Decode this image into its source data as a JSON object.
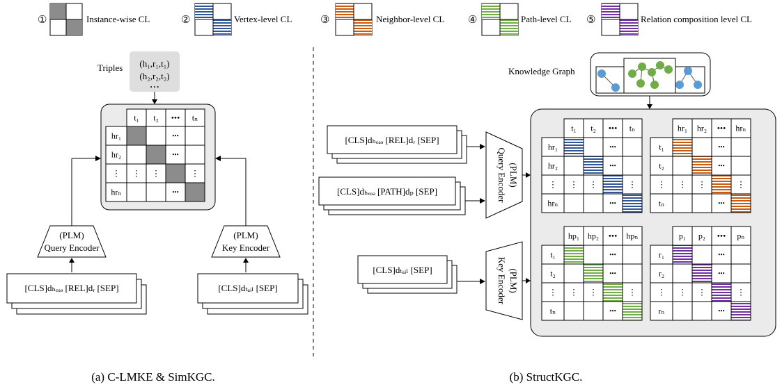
{
  "colors": {
    "instance": "#8c8c8c",
    "vertex": "#2f5597",
    "neighbor": "#c55a11",
    "path": "#70ad47",
    "relation": "#7030a0",
    "panel_bg": "#ebebeb",
    "triple_bg": "#dedede",
    "node_blue": "#5b9bd5",
    "node_green": "#70ad47"
  },
  "legend": [
    {
      "num": "①",
      "label": "Instance-wise  CL",
      "pattern": "instance"
    },
    {
      "num": "②",
      "label": "Vertex-level  CL",
      "pattern": "vertex"
    },
    {
      "num": "③",
      "label": "Neighbor-level CL",
      "pattern": "neighbor"
    },
    {
      "num": "④",
      "label": "Path-level CL",
      "pattern": "path"
    },
    {
      "num": "⑤",
      "label": "Relation composition level CL",
      "pattern": "relation"
    }
  ],
  "left": {
    "triples_label": "Triples",
    "triple1": "(h₁,r₁,t₁)",
    "triple2": "(h₂,r₂,t₂)",
    "triple_dots": "• • •",
    "col_headers": [
      "t₁",
      "t₂",
      "•••",
      "tₙ"
    ],
    "row_headers": [
      "hr₁",
      "hr₂",
      "⋮",
      "hrₙ"
    ],
    "dots_h": "•••",
    "dots_v": "⋮",
    "query_plm": "(PLM)",
    "query_name": "Query Encoder",
    "key_plm": "(PLM)",
    "key_name": "Key Encoder",
    "query_input": "[CLS]dₕₑₐₔ [REL]dᵣ [SEP]",
    "key_input": "[CLS]dₜₐᵢₗ [SEP]",
    "caption": "(a) C-LMKE & SimKGC."
  },
  "right": {
    "kg_label": "Knowledge Graph",
    "input1": "[CLS]dₕₑₐₔ [REL]dᵣ [SEP]",
    "input2": "[CLS]dₕₑₐₔ [PATH]dₚ [SEP]",
    "input3": "[CLS]dₜₐᵢₗ [SEP]",
    "query_encoder": "Query Encoder",
    "key_encoder": "Key Encoder",
    "plm": "(PLM)",
    "m1_cols": [
      "t₁",
      "t₂",
      "•••",
      "tₙ"
    ],
    "m1_rows": [
      "hr₁",
      "hr₂",
      "⋮",
      "hrₙ"
    ],
    "m2_cols": [
      "hr₁",
      "hr₂",
      "•••",
      "hrₙ"
    ],
    "m2_rows": [
      "t₁",
      "t₂",
      "⋮",
      "tₙ"
    ],
    "m3_cols": [
      "hp₁",
      "hp₂",
      "•••",
      "hpₙ"
    ],
    "m3_rows": [
      "t₁",
      "t₂",
      "⋮",
      "tₙ"
    ],
    "m4_cols": [
      "p₁",
      "p₂",
      "•••",
      "pₙ"
    ],
    "m4_rows": [
      "r₁",
      "r₂",
      "⋮",
      "rₙ"
    ],
    "caption": "(b) StructKGC."
  }
}
